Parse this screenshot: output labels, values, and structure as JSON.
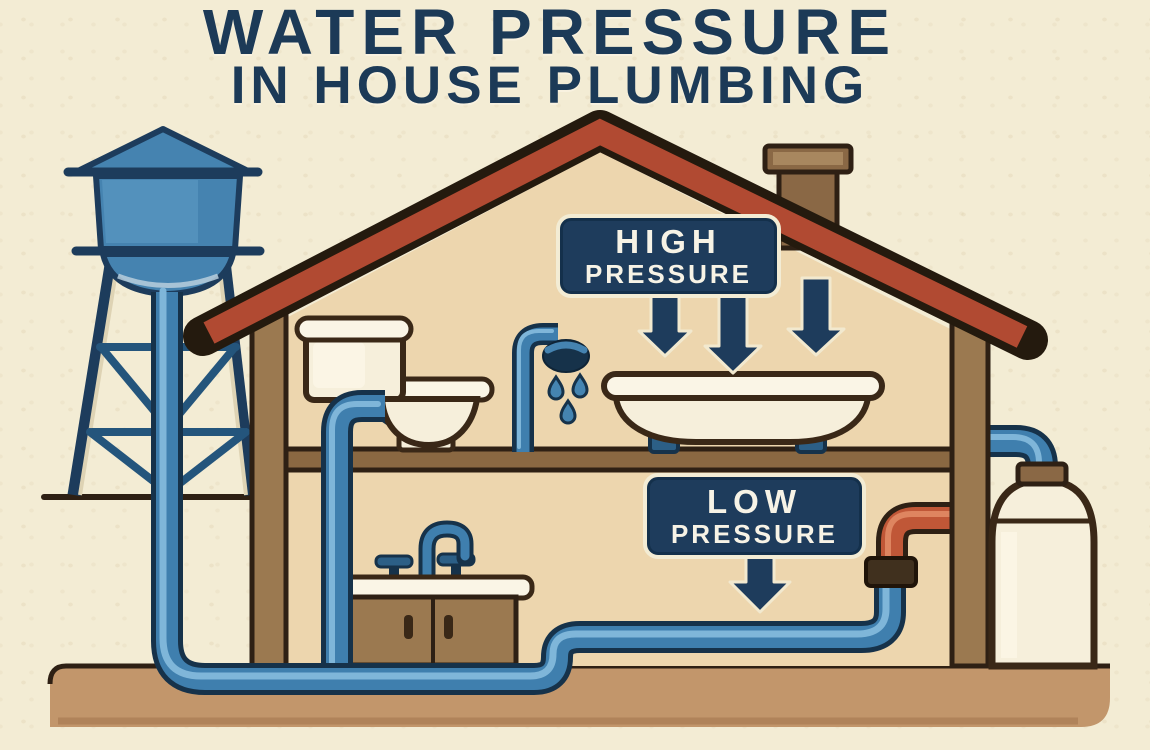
{
  "title": {
    "line1": "WATER PRESSURE",
    "line2": "IN HOUSE PLUMBING"
  },
  "labels": {
    "high_pressure": {
      "line1": "HIGH",
      "line2": "PRESSURE"
    },
    "low_pressure": {
      "line1": "LOW",
      "line2": "PRESSURE"
    }
  },
  "diagram": {
    "type": "illustration",
    "subject": "Cross-section of a house showing water pressure in plumbing",
    "components": [
      "water-tower",
      "supply-pipe",
      "house",
      "roof",
      "chimney",
      "toilet",
      "shower",
      "bathtub",
      "sink-cabinet",
      "faucet",
      "water-heater",
      "hot-water-pipe",
      "ground"
    ],
    "flow_arrows": {
      "high_pressure_count": 3,
      "low_pressure_count": 1
    }
  },
  "colors": {
    "background": "#f3ecd4",
    "title_navy": "#1c3a57",
    "label_bg": "#1e3c5c",
    "label_text": "#f7f3e6",
    "pipe_blue": "#3f7fae",
    "pipe_outline": "#16324a",
    "pipe_highlight": "#7fb6d9",
    "hot_pipe_orange": "#c05737",
    "roof_red": "#b14a32",
    "wall_brown": "#9b7950",
    "floor_brown": "#8a6842",
    "ground_tan": "#c2966b",
    "fixture_cream": "#f6efdb",
    "outline_dark": "#2e2014",
    "tower_blue": "#4583b0",
    "water_drop_blue": "#4584b1"
  }
}
